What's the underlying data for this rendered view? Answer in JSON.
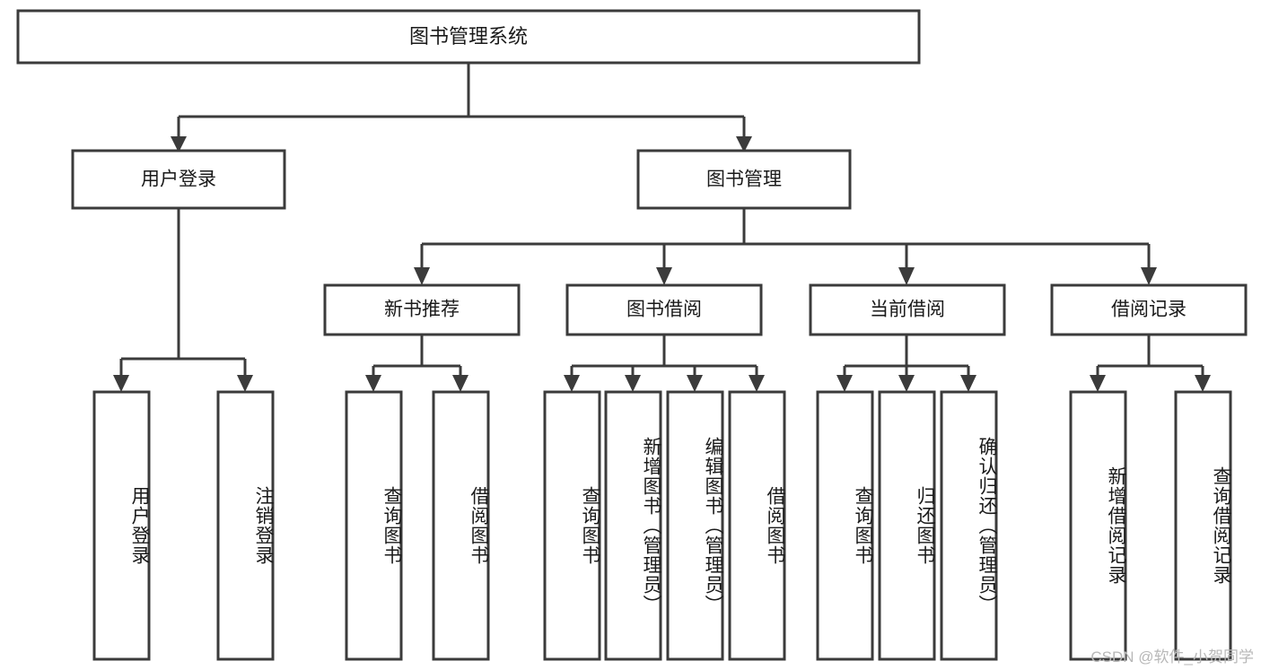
{
  "diagram": {
    "title": "图书管理系统",
    "watermark": "CSDN @软件_小贺同学",
    "colors": {
      "stroke": "#3b3b3b",
      "fill": "#ffffff",
      "text": "#1a1a1a",
      "watermark": "#b8b8b8"
    },
    "root": {
      "label": "图书管理系统"
    },
    "level2": [
      {
        "label": "用户登录"
      },
      {
        "label": "图书管理"
      }
    ],
    "level3": [
      {
        "label": "新书推荐"
      },
      {
        "label": "图书借阅"
      },
      {
        "label": "当前借阅"
      },
      {
        "label": "借阅记录"
      }
    ],
    "leaves": {
      "user_login": [
        {
          "label": "用户登录"
        },
        {
          "label": "注销登录"
        }
      ],
      "new_book_recommend": [
        {
          "label": "查询图书"
        },
        {
          "label": "借阅图书"
        }
      ],
      "book_borrow": [
        {
          "label": "查询图书"
        },
        {
          "label": "新增图书（管理员）"
        },
        {
          "label": "编辑图书（管理员）"
        },
        {
          "label": "借阅图书"
        }
      ],
      "current_borrow": [
        {
          "label": "查询图书"
        },
        {
          "label": "归还图书"
        },
        {
          "label": "确认归还（管理员）"
        }
      ],
      "borrow_record": [
        {
          "label": "新增借阅记录"
        },
        {
          "label": "查询借阅记录"
        }
      ]
    }
  }
}
